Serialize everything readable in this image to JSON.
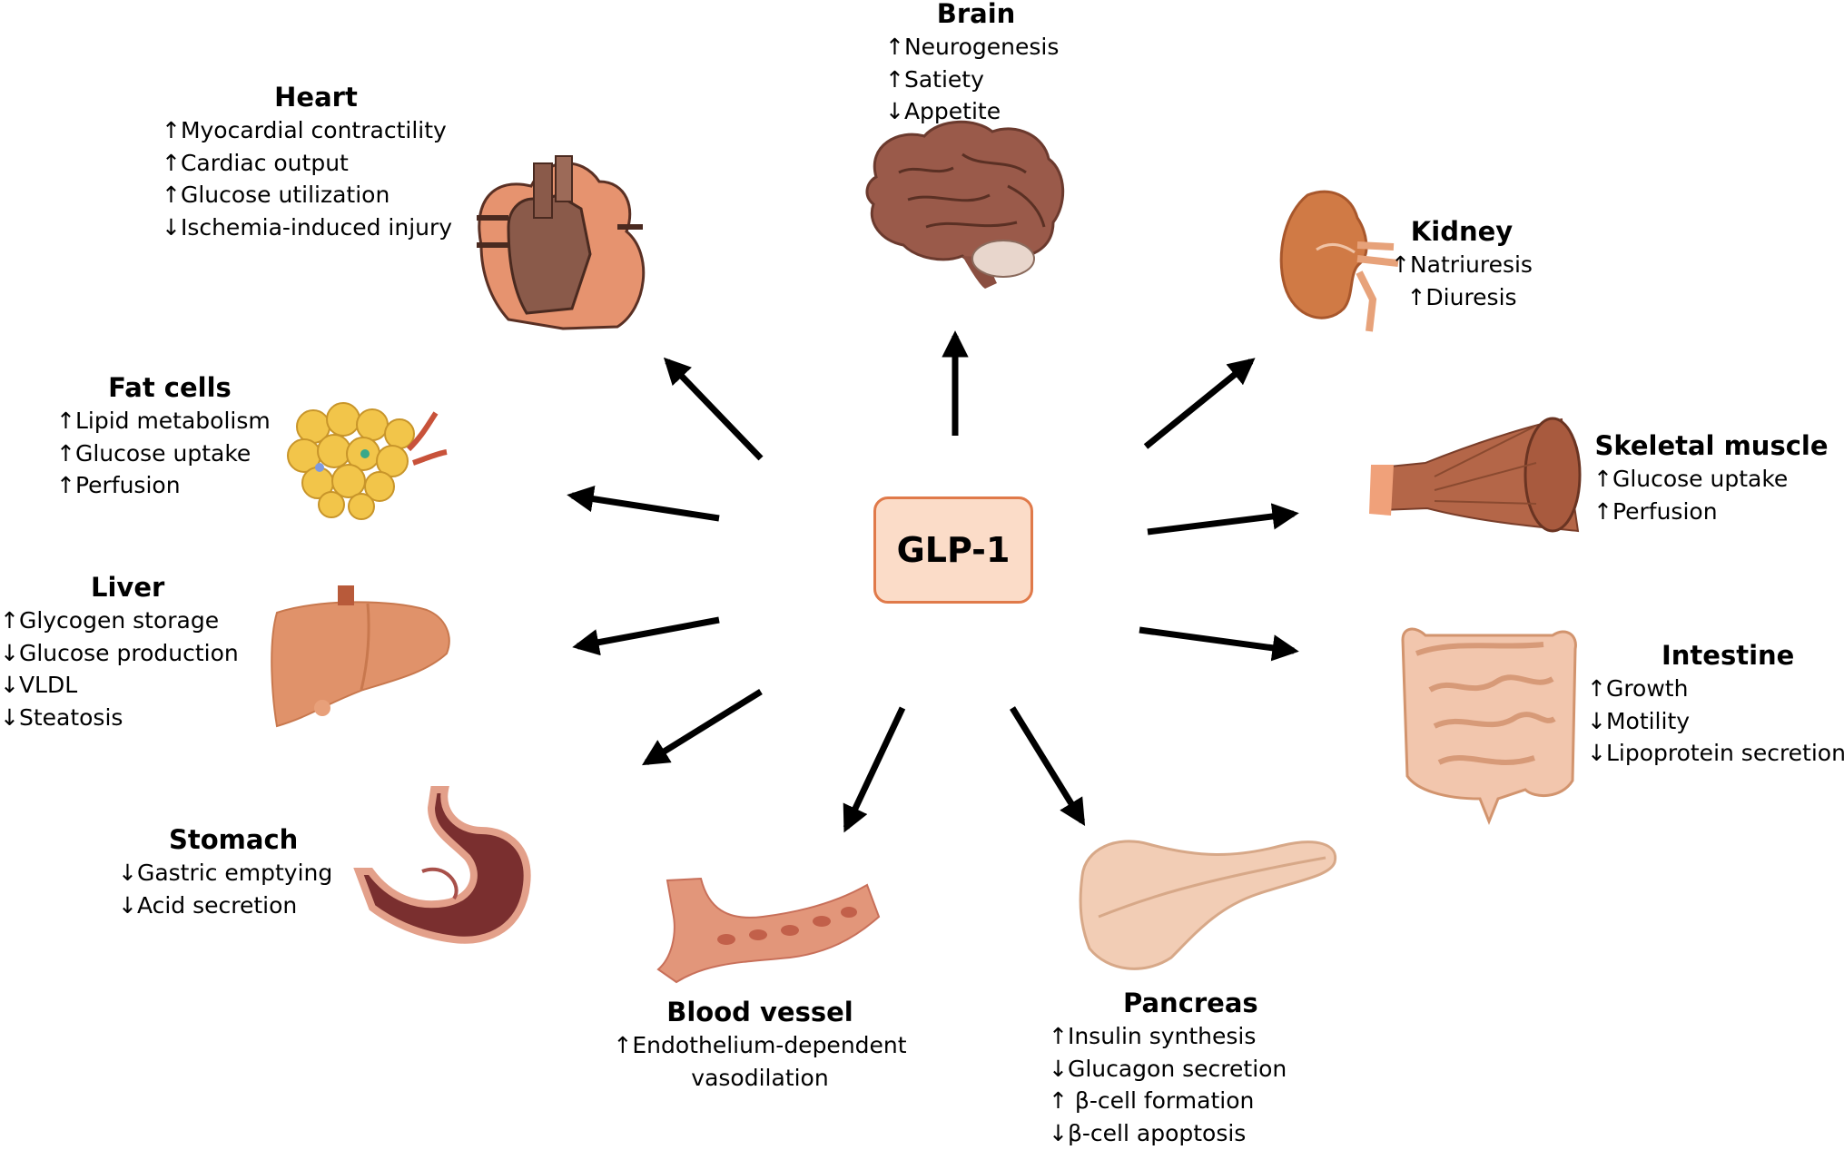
{
  "center": {
    "label": "GLP-1"
  },
  "organs": {
    "brain": {
      "title": "Brain",
      "effects": [
        "↑Neurogenesis",
        "↑Satiety",
        "↓Appetite"
      ],
      "icon": "brain-icon"
    },
    "heart": {
      "title": "Heart",
      "effects": [
        "↑Myocardial contractility",
        "↑Cardiac output",
        "↑Glucose utilization",
        "↓Ischemia-induced injury"
      ],
      "icon": "heart-icon"
    },
    "kidney": {
      "title": "Kidney",
      "effects": [
        "↑Natriuresis",
        "↑Diuresis"
      ],
      "icon": "kidney-icon"
    },
    "fat": {
      "title": "Fat cells",
      "effects": [
        "↑Lipid metabolism",
        "↑Glucose uptake",
        "↑Perfusion"
      ],
      "icon": "fat-cells-icon"
    },
    "muscle": {
      "title": "Skeletal muscle",
      "effects": [
        "↑Glucose uptake",
        "↑Perfusion"
      ],
      "icon": "skeletal-muscle-icon"
    },
    "liver": {
      "title": "Liver",
      "effects": [
        "↑Glycogen storage",
        "↓Glucose production",
        "↓VLDL",
        "↓Steatosis"
      ],
      "icon": "liver-icon"
    },
    "intestine": {
      "title": "Intestine",
      "effects": [
        "↑Growth",
        "↓Motility",
        "↓Lipoprotein secretion"
      ],
      "icon": "intestine-icon"
    },
    "stomach": {
      "title": "Stomach",
      "effects": [
        "↓Gastric emptying",
        "↓Acid secretion"
      ],
      "icon": "stomach-icon"
    },
    "vessel": {
      "title": "Blood vessel",
      "effects": [
        "↑Endothelium-dependent",
        "vasodilation"
      ],
      "icon": "blood-vessel-icon"
    },
    "pancreas": {
      "title": "Pancreas",
      "effects": [
        "↑Insulin synthesis",
        "↓Glucagon secretion",
        "↑ β-cell formation",
        "↓β-cell apoptosis"
      ],
      "icon": "pancreas-icon"
    }
  },
  "colors": {
    "box_fill": "#fbdcc8",
    "box_border": "#e07a4a",
    "arrow": "#000000",
    "organ_tone": "#e9a27a"
  }
}
